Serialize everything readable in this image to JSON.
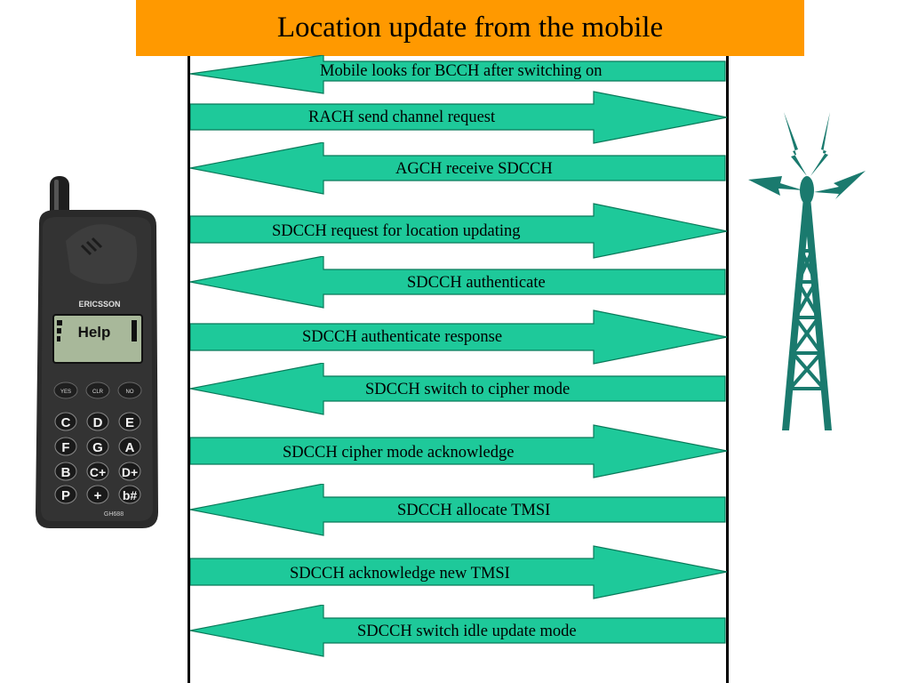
{
  "title": "Location update from the mobile",
  "colors": {
    "title_background": "#ff9900",
    "arrow_fill": "#1ec99a",
    "arrow_stroke": "#0a7a5a",
    "tower": "#1a7a6e",
    "phone_body": "#2a2a2a",
    "phone_screen": "#a8b89a"
  },
  "phone": {
    "brand": "ERICSSON",
    "screen_text": "Help",
    "model": "GH688",
    "keys": {
      "soft": [
        "YES",
        "CLR",
        "NO"
      ],
      "rows": [
        [
          "C",
          "D",
          "E"
        ],
        [
          "F",
          "G",
          "A"
        ],
        [
          "B",
          "C+",
          "D+"
        ],
        [
          "P",
          "+",
          "b#"
        ]
      ]
    }
  },
  "messages": [
    {
      "label": "Mobile looks for BCCH after switching on",
      "direction": "left"
    },
    {
      "label": "RACH send channel request",
      "direction": "right"
    },
    {
      "label": "AGCH receive SDCCH",
      "direction": "left"
    },
    {
      "label": "SDCCH request for location updating",
      "direction": "right"
    },
    {
      "label": "SDCCH authenticate",
      "direction": "left"
    },
    {
      "label": "SDCCH authenticate response",
      "direction": "right"
    },
    {
      "label": "SDCCH switch to cipher mode",
      "direction": "left"
    },
    {
      "label": "SDCCH cipher mode acknowledge",
      "direction": "right"
    },
    {
      "label": "SDCCH allocate TMSI",
      "direction": "left"
    },
    {
      "label": "SDCCH acknowledge new TMSI",
      "direction": "right"
    },
    {
      "label": "SDCCH switch idle update mode",
      "direction": "left"
    }
  ]
}
